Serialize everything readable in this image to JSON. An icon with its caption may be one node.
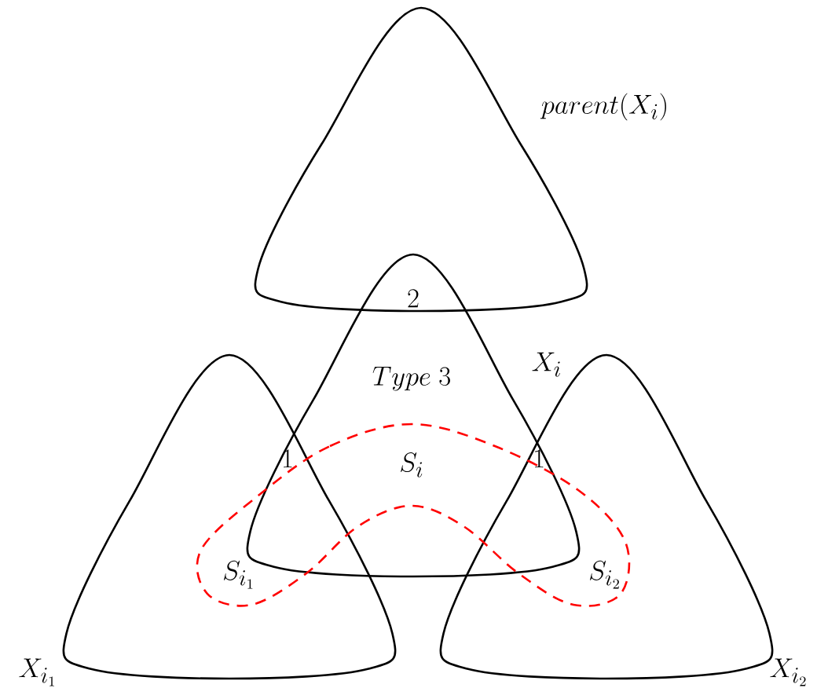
{
  "diagram": {
    "nodes": [
      {
        "text": [
          "parent(X_i)"
        ]
      },
      {
        "text": [
          "X_i"
        ]
      },
      {
        "text": [
          "X_{i_1}"
        ]
      },
      {
        "text": [
          "X_{i_2}"
        ]
      },
      {
        "text": [
          "S_i"
        ]
      }
    ],
    "labels": [
      "2",
      "Type\\ 3",
      "1",
      "1",
      "S_{i_1}",
      "S_{i_2}"
    ]
  }
}
